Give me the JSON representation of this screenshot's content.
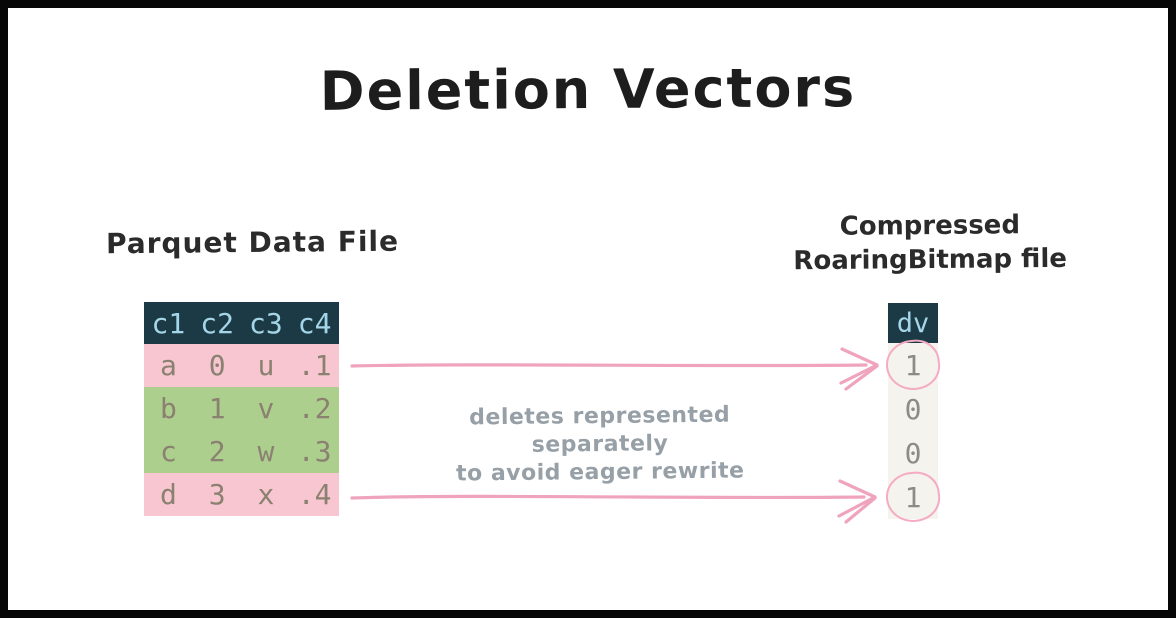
{
  "title": "Deletion Vectors",
  "parquet": {
    "label": "Parquet Data File",
    "headers": [
      "c1",
      "c2",
      "c3",
      "c4"
    ],
    "rows": [
      {
        "cells": [
          "a",
          "0",
          "u",
          ".1"
        ],
        "highlight": "deleted"
      },
      {
        "cells": [
          "b",
          "1",
          "v",
          ".2"
        ],
        "highlight": "kept"
      },
      {
        "cells": [
          "c",
          "2",
          "w",
          ".3"
        ],
        "highlight": "kept"
      },
      {
        "cells": [
          "d",
          "3",
          "x",
          ".4"
        ],
        "highlight": "deleted"
      }
    ]
  },
  "bitmap": {
    "label_line1": "Compressed",
    "label_line2": "RoaringBitmap file",
    "header": "dv",
    "values": [
      {
        "value": "1",
        "circled": true
      },
      {
        "value": "0",
        "circled": false
      },
      {
        "value": "0",
        "circled": false
      },
      {
        "value": "1",
        "circled": true
      }
    ]
  },
  "annotation": {
    "line1": "deletes represented separately",
    "line2": "to avoid eager rewrite"
  },
  "colors": {
    "header_bg": "#1c3a46",
    "header_text": "#a5d6e8",
    "deleted_row_bg": "#f8c6d0",
    "kept_row_bg": "#adcf8e",
    "cell_text": "#8a8171",
    "dv_column_bg": "#f4f3ee",
    "dv_text": "#8c8c86",
    "arrow_pink": "#f0a3bc",
    "circle_pink": "#f5abc2",
    "annotation_text": "#97a0a7",
    "ink": "#1d1d1d"
  }
}
